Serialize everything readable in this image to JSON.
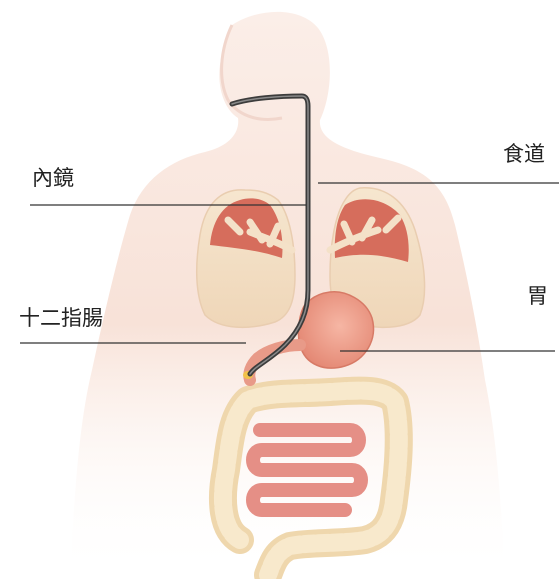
{
  "labels": {
    "endoscope": "內鏡",
    "esophagus": "食道",
    "stomach": "胃",
    "duodenum": "十二指腸"
  },
  "colors": {
    "background": "#ffffff",
    "body_skin": "#f8e4dc",
    "lung_outer": "#f4e1c8",
    "lung_inner": "#d66d5c",
    "stomach": "#ec9c8a",
    "intestine": "#f1dcb4",
    "small_intestine": "#e58f86",
    "scope_tube": "#3c3c3c",
    "leader_line": "#333333",
    "text": "#222222"
  }
}
